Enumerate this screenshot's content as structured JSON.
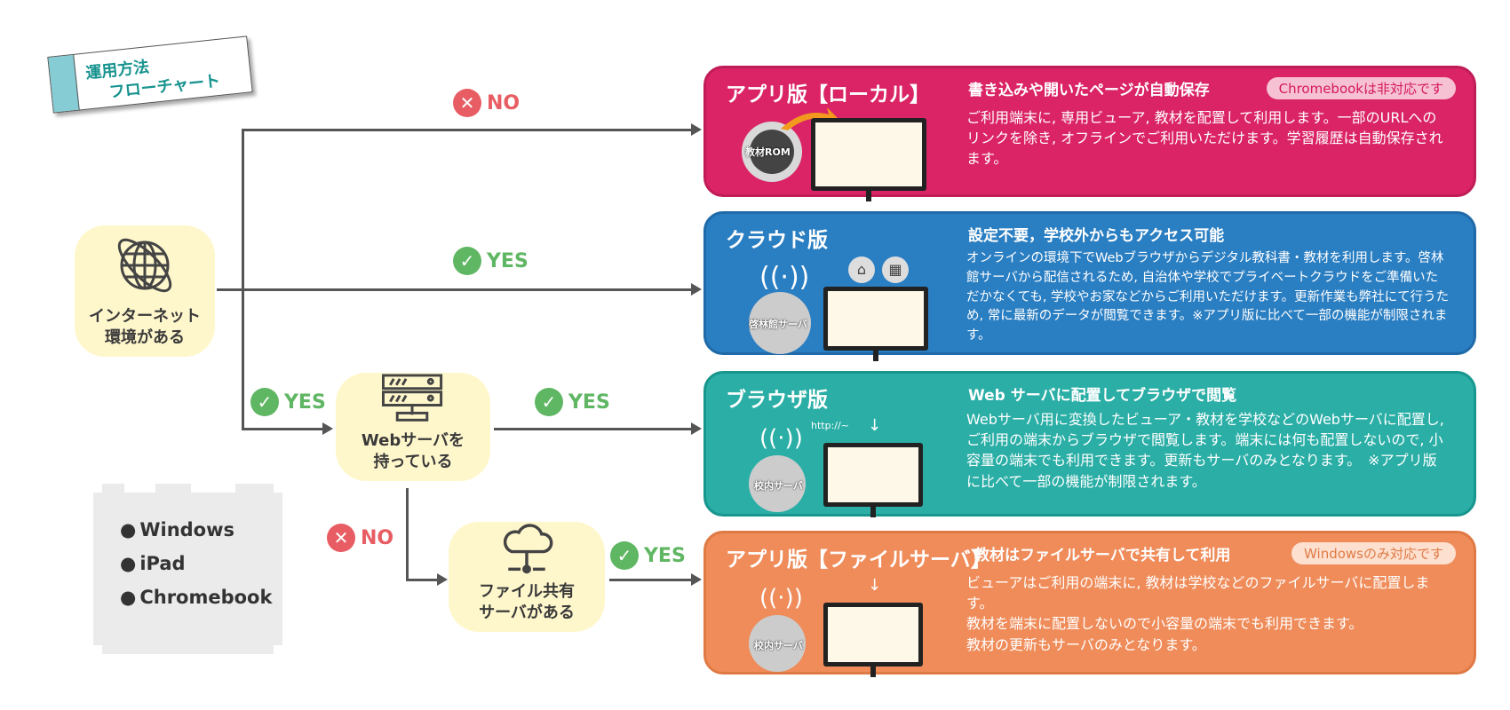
{
  "title": {
    "line1": "運用方法",
    "line2": "フローチャート"
  },
  "decisions": {
    "no_local": "NO",
    "yes_cloud": "YES",
    "yes_webserver_in": "YES",
    "yes_browser": "YES",
    "no_file": "NO",
    "yes_file": "YES"
  },
  "nodes": {
    "internet": {
      "line1": "インターネット",
      "line2": "環境がある",
      "icon": "globe-icon"
    },
    "webserver": {
      "line1": "Webサーバを",
      "line2": "持っている",
      "icon": "server-icon"
    },
    "fileshare": {
      "line1": "ファイル共有",
      "line2": "サーバがある",
      "icon": "cloud-network-icon"
    }
  },
  "devices": [
    "Windows",
    "iPad",
    "Chromebook"
  ],
  "cards": {
    "local": {
      "name": "アプリ版【ローカル】",
      "headline": "書き込みや開いたページが自動保存",
      "badge": "Chromebookは非対応です",
      "desc": "ご利用端末に, 専用ビューア, 教材を配置して利用します。一部のURLへのリンクを除き, オフラインでご利用いただけます。学習履歴は自動保存されます。",
      "illus_label": "教材ROM",
      "color": "#da2465"
    },
    "cloud": {
      "name": "クラウド版",
      "headline": "設定不要，学校外からもアクセス可能",
      "desc": "オンラインの環境下でWebブラウザからデジタル教科書・教材を利用します。啓林館サーバから配信されるため, 自治体や学校でプライベートクラウドをご準備いただかなくても, 学校やお家などからご利用いただけます。更新作業も弊社にて行うため, 常に最新のデータが閲覧できます。※アプリ版に比べて一部の機能が制限されます。",
      "illus_label": "啓林館サーバ",
      "color": "#2a7ec2"
    },
    "browser": {
      "name": "ブラウザ版",
      "headline": "Web サーバに配置してブラウザで閲覧",
      "desc": "Webサーバ用に変換したビューア・教材を学校などのWebサーバに配置し, ご利用の端末からブラウザで閲覧します。端末には何も配置しないので, 小容量の端末でも利用できます。更新もサーバのみとなります。　※アプリ版に比べて一部の機能が制限されます。",
      "illus_label": "校内サーバ",
      "illus_url": "http://~",
      "color": "#2aaea6"
    },
    "file": {
      "name": "アプリ版【ファイルサーバ】",
      "headline": "教材はファイルサーバで共有して利用",
      "badge": "Windowsのみ対応です",
      "desc": "ビューアはご利用の端末に, 教材は学校などのファイルサーバに配置します。\n教材を端末に配置しないので小容量の端末でも利用できます。\n教材の更新もサーバのみとなります。",
      "illus_label": "校内サーバ",
      "color": "#ef8c5a"
    }
  }
}
